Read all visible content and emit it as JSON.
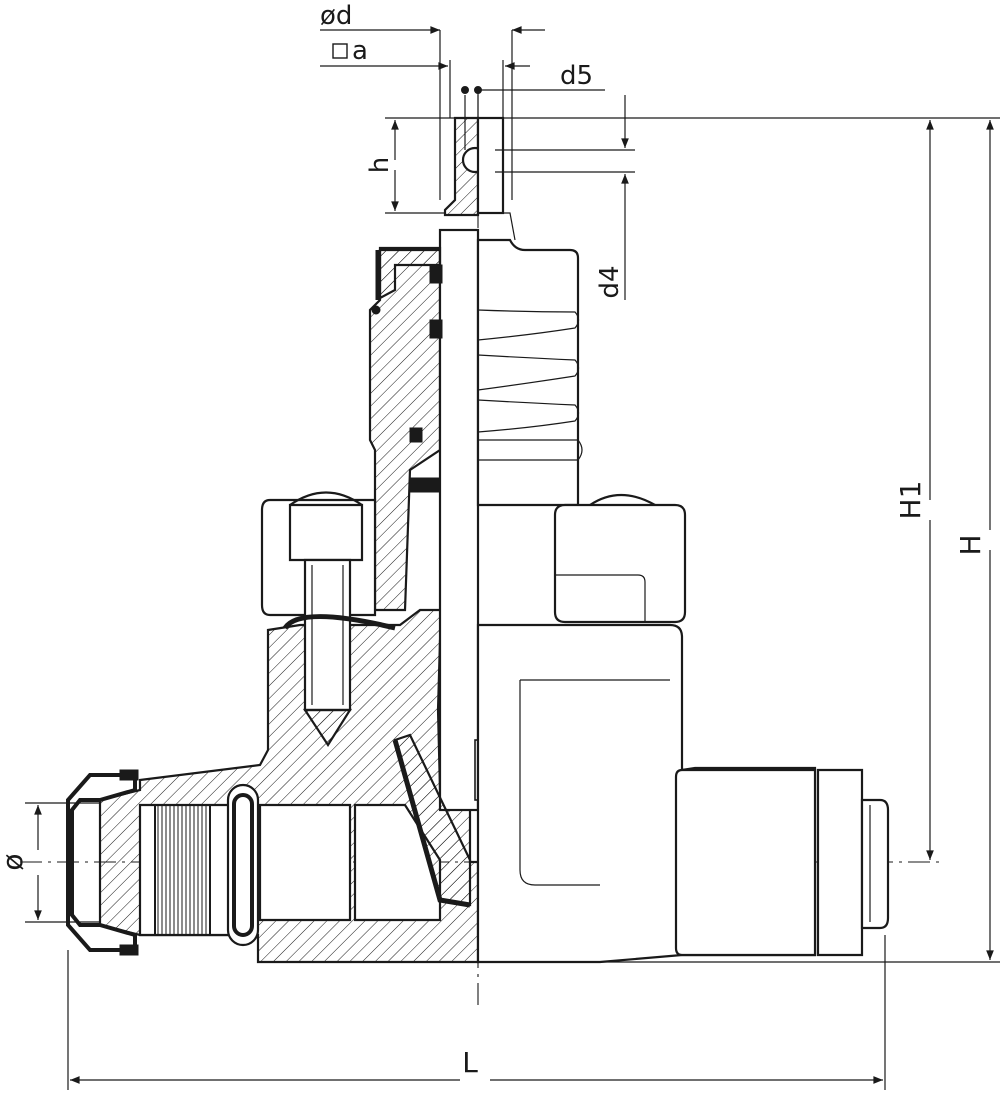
{
  "diagram": {
    "labels": {
      "diameter_d": "ød",
      "square_a": "a",
      "d5": "d5",
      "h": "h",
      "d4": "d4",
      "H1": "H1",
      "H": "H",
      "pipe_diameter": "ø",
      "L": "L"
    }
  }
}
